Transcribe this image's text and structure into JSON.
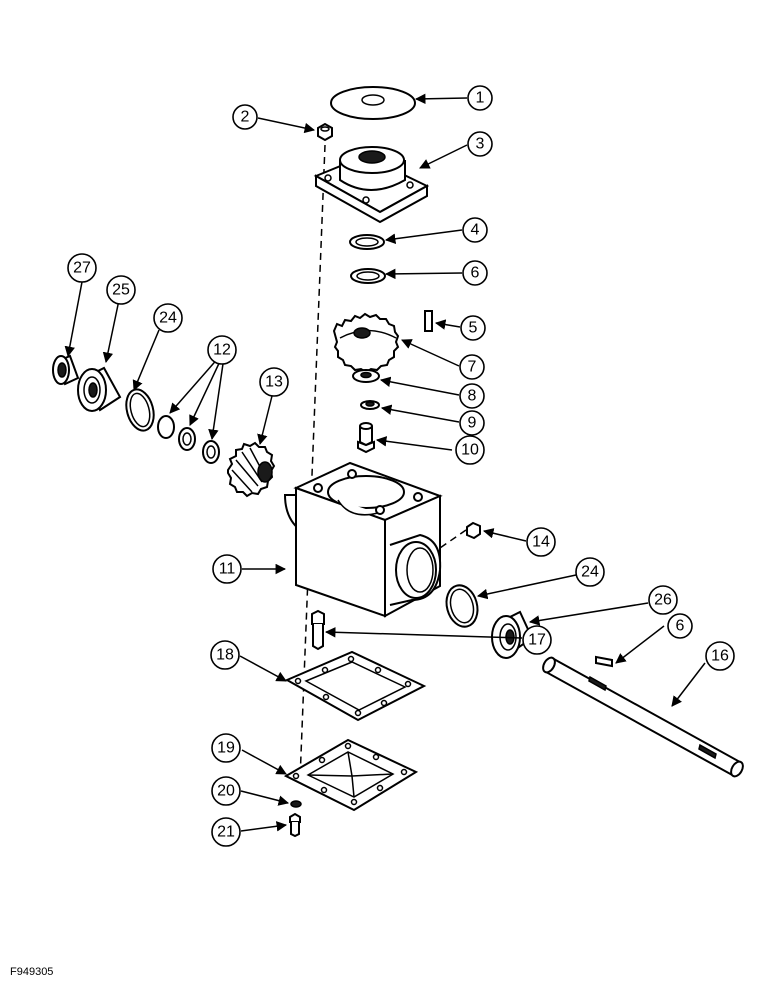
{
  "figure_id": "F949305",
  "callouts": {
    "c1": "1",
    "c2": "2",
    "c3": "3",
    "c4": "4",
    "c5": "5",
    "c6a": "6",
    "c6b": "6",
    "c7": "7",
    "c8": "8",
    "c9": "9",
    "c10": "10",
    "c11": "11",
    "c12": "12",
    "c13": "13",
    "c14": "14",
    "c16": "16",
    "c17": "17",
    "c18": "18",
    "c19": "19",
    "c20": "20",
    "c21": "21",
    "c24a": "24",
    "c24b": "24",
    "c25": "25",
    "c26": "26",
    "c27": "27"
  }
}
